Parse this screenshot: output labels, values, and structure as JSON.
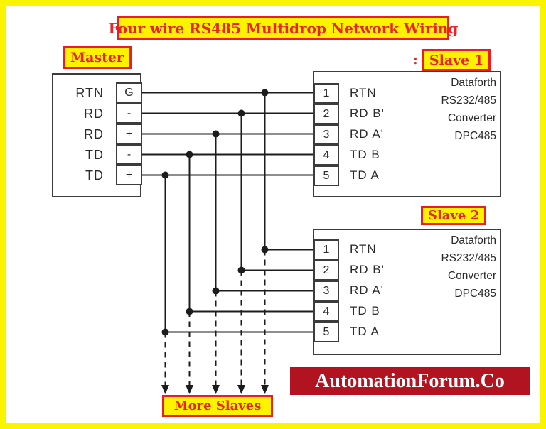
{
  "title": {
    "text": "Four wire RS485 Multidrop Network Wiring"
  },
  "master": {
    "label": "Master",
    "rows": [
      {
        "signal": "RTN",
        "terminal": "G"
      },
      {
        "signal": "RD",
        "terminal": "-"
      },
      {
        "signal": "RD",
        "terminal": "+"
      },
      {
        "signal": "TD",
        "terminal": "-"
      },
      {
        "signal": "TD",
        "terminal": "+"
      }
    ]
  },
  "slave1": {
    "label": "Slave 1",
    "colon_mark": ":",
    "pins": [
      {
        "number": "1",
        "label": "RTN"
      },
      {
        "number": "2",
        "label": "RD B'"
      },
      {
        "number": "3",
        "label": "RD A'"
      },
      {
        "number": "4",
        "label": "TD B"
      },
      {
        "number": "5",
        "label": "TD A"
      }
    ],
    "device_info": [
      "Dataforth",
      "RS232/485",
      "Converter",
      "DPC485"
    ]
  },
  "slave2": {
    "label": "Slave 2",
    "pins": [
      {
        "number": "1",
        "label": "RTN"
      },
      {
        "number": "2",
        "label": "RD B'"
      },
      {
        "number": "3",
        "label": "RD A'"
      },
      {
        "number": "4",
        "label": "TD B"
      },
      {
        "number": "5",
        "label": "TD A"
      }
    ],
    "device_info": [
      "Dataforth",
      "RS232/485",
      "Converter",
      "DPC485"
    ]
  },
  "more_slaves": {
    "label": "More Slaves"
  },
  "watermark": {
    "text": "AutomationForum.Co"
  },
  "colors": {
    "frame_yellow": "#fbf400",
    "label_yellow": "#fff200",
    "label_red_border": "#ed1c24",
    "label_red_text": "#e8232a",
    "wire_black": "#1c1c1c",
    "banner_red": "#b21320",
    "banner_text": "#ffffff"
  }
}
